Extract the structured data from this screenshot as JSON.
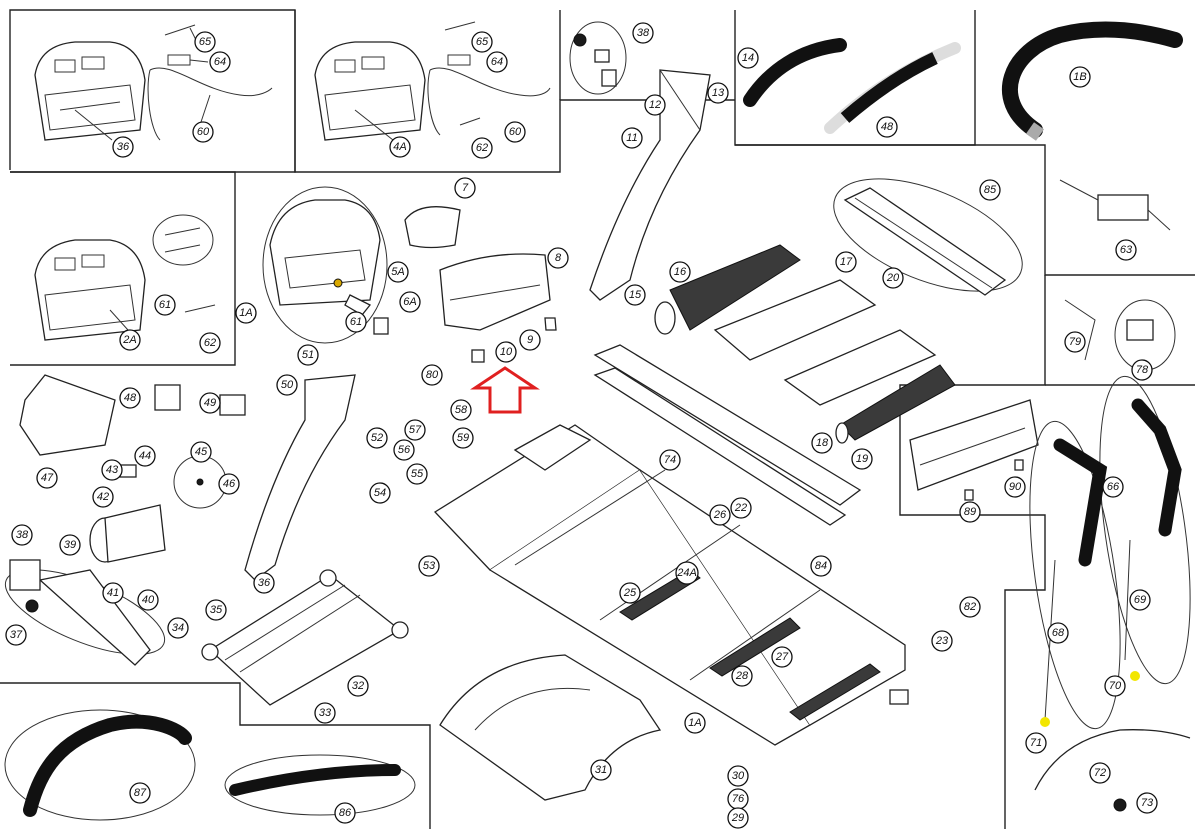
{
  "callouts": [
    {
      "id": "c65a",
      "text": "65"
    },
    {
      "id": "c64a",
      "text": "64"
    },
    {
      "id": "c36",
      "text": "36"
    },
    {
      "id": "c60a",
      "text": "60"
    },
    {
      "id": "c65b",
      "text": "65"
    },
    {
      "id": "c64b",
      "text": "64"
    },
    {
      "id": "c4a",
      "text": "4A"
    },
    {
      "id": "c60b",
      "text": "60"
    },
    {
      "id": "c62a",
      "text": "62"
    },
    {
      "id": "c38",
      "text": "38"
    },
    {
      "id": "c12",
      "text": "12"
    },
    {
      "id": "c13",
      "text": "13"
    },
    {
      "id": "c11",
      "text": "11"
    },
    {
      "id": "c14",
      "text": "14"
    },
    {
      "id": "c48",
      "text": "48"
    },
    {
      "id": "c1b",
      "text": "1B"
    },
    {
      "id": "c7",
      "text": "7"
    },
    {
      "id": "c8",
      "text": "8"
    },
    {
      "id": "c9",
      "text": "9"
    },
    {
      "id": "c10",
      "text": "10"
    },
    {
      "id": "c1a",
      "text": "1A"
    },
    {
      "id": "c5a",
      "text": "5A"
    },
    {
      "id": "c6",
      "text": "61"
    },
    {
      "id": "c6a",
      "text": "6A"
    },
    {
      "id": "c61",
      "text": "61"
    },
    {
      "id": "c2a",
      "text": "2A"
    },
    {
      "id": "c62b",
      "text": "62"
    },
    {
      "id": "c85",
      "text": "85"
    },
    {
      "id": "c63",
      "text": "63"
    },
    {
      "id": "c16",
      "text": "16"
    },
    {
      "id": "c17",
      "text": "17"
    },
    {
      "id": "c15",
      "text": "15"
    },
    {
      "id": "c20",
      "text": "20"
    },
    {
      "id": "c18",
      "text": "18"
    },
    {
      "id": "c19",
      "text": "19"
    },
    {
      "id": "c79",
      "text": "79"
    },
    {
      "id": "c78",
      "text": "78"
    },
    {
      "id": "c51",
      "text": "51"
    },
    {
      "id": "c50",
      "text": "50"
    },
    {
      "id": "c80",
      "text": "80"
    },
    {
      "id": "c58",
      "text": "58"
    },
    {
      "id": "c57",
      "text": "57"
    },
    {
      "id": "c59",
      "text": "59"
    },
    {
      "id": "c52",
      "text": "52"
    },
    {
      "id": "c56",
      "text": "56"
    },
    {
      "id": "c55",
      "text": "55"
    },
    {
      "id": "c48b",
      "text": "48"
    },
    {
      "id": "c49",
      "text": "49"
    },
    {
      "id": "c47",
      "text": "47"
    },
    {
      "id": "c44",
      "text": "44"
    },
    {
      "id": "c45",
      "text": "45"
    },
    {
      "id": "c43",
      "text": "43"
    },
    {
      "id": "c46",
      "text": "46"
    },
    {
      "id": "c42",
      "text": "42"
    },
    {
      "id": "c41",
      "text": "41"
    },
    {
      "id": "c40",
      "text": "40"
    },
    {
      "id": "c38b",
      "text": "38"
    },
    {
      "id": "c39",
      "text": "39"
    },
    {
      "id": "c37",
      "text": "37"
    },
    {
      "id": "c74",
      "text": "74"
    },
    {
      "id": "c26",
      "text": "26"
    },
    {
      "id": "c22",
      "text": "22"
    },
    {
      "id": "c89",
      "text": "89"
    },
    {
      "id": "c90",
      "text": "90"
    },
    {
      "id": "c54",
      "text": "54"
    },
    {
      "id": "c53",
      "text": "53"
    },
    {
      "id": "c84",
      "text": "84"
    },
    {
      "id": "c82",
      "text": "82"
    },
    {
      "id": "c36b",
      "text": "36"
    },
    {
      "id": "c35",
      "text": "35"
    },
    {
      "id": "c34",
      "text": "34"
    },
    {
      "id": "c32",
      "text": "32"
    },
    {
      "id": "c33",
      "text": "33"
    },
    {
      "id": "c25",
      "text": "25"
    },
    {
      "id": "c24a",
      "text": "24A"
    },
    {
      "id": "c27",
      "text": "27"
    },
    {
      "id": "c28",
      "text": "28"
    },
    {
      "id": "c23",
      "text": "23"
    },
    {
      "id": "c1",
      "text": "1A"
    },
    {
      "id": "c31",
      "text": "31"
    },
    {
      "id": "c30",
      "text": "30"
    },
    {
      "id": "c76",
      "text": "76"
    },
    {
      "id": "c29",
      "text": "29"
    },
    {
      "id": "c66",
      "text": "66"
    },
    {
      "id": "c68",
      "text": "68"
    },
    {
      "id": "c69",
      "text": "69"
    },
    {
      "id": "c70",
      "text": "70"
    },
    {
      "id": "c71",
      "text": "71"
    },
    {
      "id": "c72",
      "text": "72"
    },
    {
      "id": "c73",
      "text": "73"
    },
    {
      "id": "c87",
      "text": "87"
    },
    {
      "id": "c86",
      "text": "86"
    }
  ],
  "highlight": {
    "color": "#e02020",
    "marker_color": "#f2e600"
  }
}
